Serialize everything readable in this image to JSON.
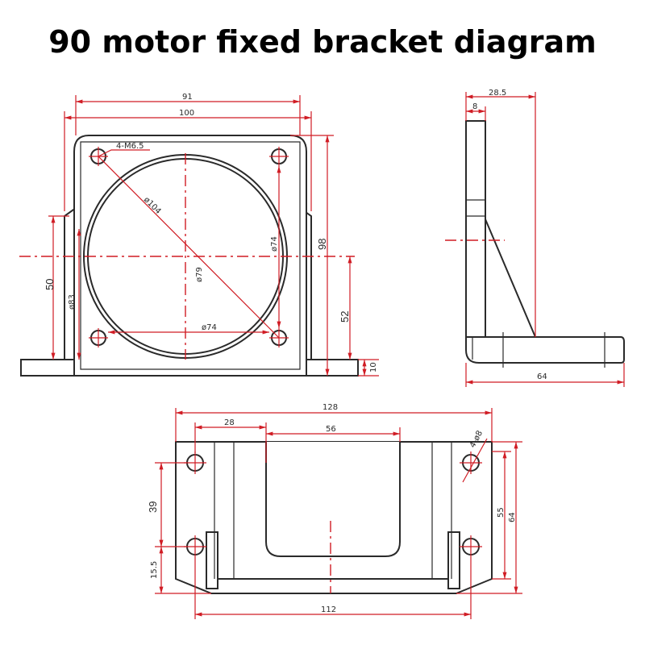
{
  "title": "90 motor fixed bracket diagram",
  "colors": {
    "outline": "#2a2a2a",
    "dimension": "#d01c24",
    "background": "#ffffff"
  },
  "front_view": {
    "dims": {
      "w91": "91",
      "w100": "100",
      "holes": "4-M6.5",
      "d104": "ø104",
      "d74v": "ø74",
      "d79": "ø79",
      "d74h": "ø74",
      "d83": "ø83",
      "h50": "50",
      "h98": "98",
      "h52": "52",
      "h10": "10"
    }
  },
  "side_view": {
    "dims": {
      "w28_5": "28.5",
      "w8": "8",
      "w64": "64"
    }
  },
  "bottom_view": {
    "dims": {
      "w128": "128",
      "w28": "28",
      "w56": "56",
      "holes": "4-ø8",
      "h39": "39",
      "h15_5": "15.5",
      "h55": "55",
      "h64": "64",
      "w112": "112"
    }
  }
}
